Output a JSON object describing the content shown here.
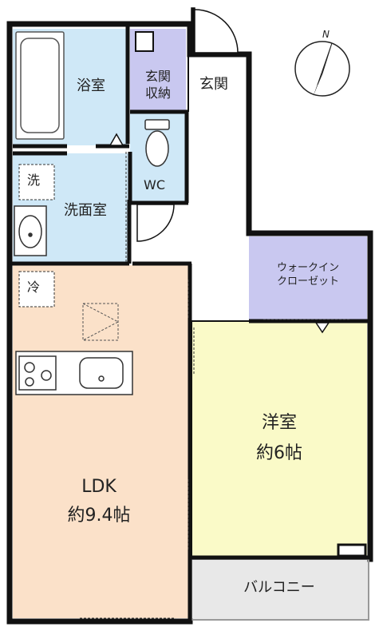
{
  "rooms": {
    "bath": "浴室",
    "entrance_storage": "玄関\n収納",
    "entrance": "玄関",
    "wc": "WC",
    "washroom": "洗面室",
    "washer_mark": "洗",
    "fridge_mark": "冷",
    "walk_in_closet": "ウォークイン\nクローゼット",
    "western_room": "洋室",
    "western_room_size": "約6帖",
    "ldk": "LDK",
    "ldk_size": "約9.4帖",
    "balcony": "バルコニー"
  },
  "compass": {
    "north_label": "N"
  },
  "colors": {
    "wall": "#111111",
    "bath_fill": "#cfe8f7",
    "storage_fill": "#c9c8f0",
    "ldk_fill": "#fbe1c9",
    "western_fill": "#fafac8",
    "balcony_fill": "#e8e8e8",
    "hall_fill": "#ffffff"
  }
}
